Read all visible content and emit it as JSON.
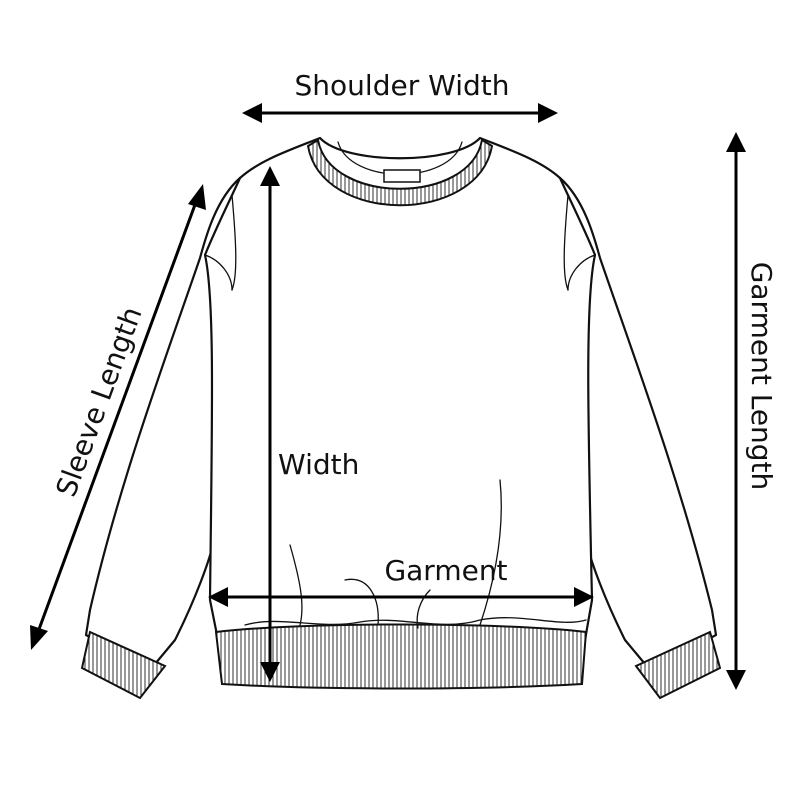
{
  "labels": {
    "shoulder_width": "Shoulder Width",
    "garment_length": "Garment Length",
    "sleeve_length": "Sleeve Length",
    "width": "Width",
    "garment": "Garment"
  },
  "colors": {
    "line": "#111111",
    "background": "#ffffff"
  }
}
